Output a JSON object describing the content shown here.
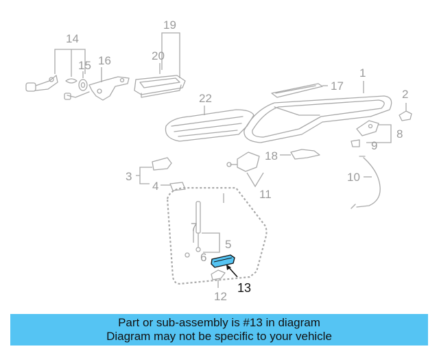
{
  "callouts": {
    "c1": "1",
    "c2": "2",
    "c3": "3",
    "c4": "4",
    "c5": "5",
    "c6": "6",
    "c7": "7",
    "c8": "8",
    "c9": "9",
    "c10": "10",
    "c11": "11",
    "c12": "12",
    "c13": "13",
    "c14": "14",
    "c15": "15",
    "c16": "16",
    "c17": "17",
    "c18": "18",
    "c19": "19",
    "c20": "20",
    "c22": "22"
  },
  "highlight_part": "13",
  "colors": {
    "highlight_fill": "#55c4f3",
    "banner_bg": "#55c4f3",
    "line_gray": "#a8a8a8"
  },
  "banner": {
    "line1": "Part or sub-assembly is #13 in diagram",
    "line2": "Diagram may not be specific to your vehicle"
  }
}
